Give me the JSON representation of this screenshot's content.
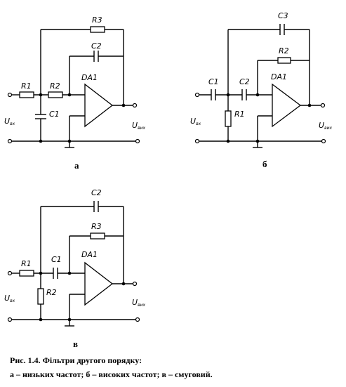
{
  "panels": {
    "a": {
      "letter": "а",
      "labels": {
        "r1": "R1",
        "r2": "R2",
        "r3": "R3",
        "c1": "C1",
        "c2": "C2",
        "da1": "DA1"
      }
    },
    "b": {
      "letter": "б",
      "labels": {
        "c1": "C1",
        "c2": "C2",
        "c3": "C3",
        "r1": "R1",
        "r2": "R2",
        "da1": "DA1"
      }
    },
    "v": {
      "letter": "в",
      "labels": {
        "r1": "R1",
        "r2": "R2",
        "r3": "R3",
        "c1": "C1",
        "c2": "C2",
        "da1": "DA1"
      }
    }
  },
  "io": {
    "u": "U",
    "in_sub": "вх",
    "out_sub": "вих"
  },
  "caption": {
    "line1": "Рис. 1.4. Фільтри другого порядку:",
    "line2": "а – низьких частот; б – високих частот; в – смуговий."
  }
}
